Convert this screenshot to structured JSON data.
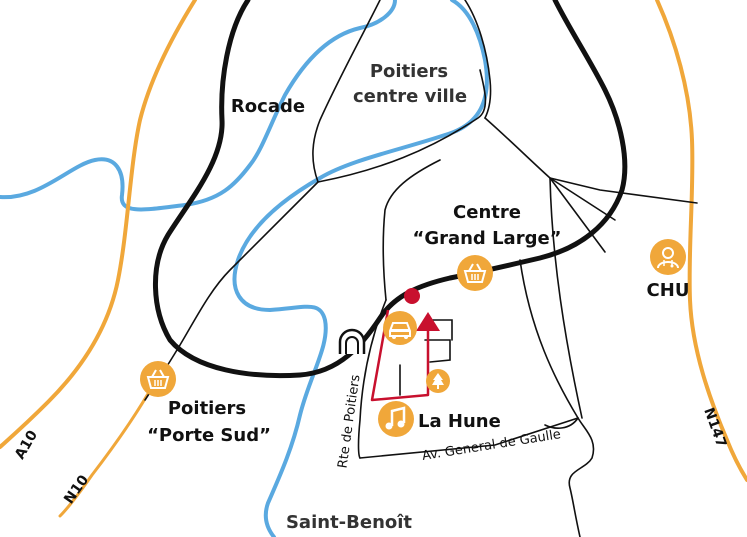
{
  "labels": {
    "centre_ville_1": "Poitiers",
    "centre_ville_2": "centre ville",
    "rocade": "Rocade",
    "grand_large_1": "Centre",
    "grand_large_2": "“Grand Large”",
    "chu": "CHU",
    "porte_sud_1": "Poitiers",
    "porte_sud_2": "“Porte Sud”",
    "la_hune": "La Hune",
    "saint_benoit": "Saint-Benoît",
    "a10": "A10",
    "n10": "N10",
    "n147": "N147",
    "rte_de_poitiers": "Rte de Poitiers",
    "av_general": "Av. General de Gaulle"
  },
  "icons": {
    "shopping": "shopping-basket-icon",
    "hospital": "doctor-icon",
    "music": "music-note-icon",
    "parking": "car-icon",
    "park": "tree-icon",
    "tunnel": "tunnel-icon",
    "location": "location-dot-icon"
  },
  "colors": {
    "river": "#5aa9e0",
    "motorway": "#f0a73a",
    "rocade": "#111111",
    "route": "#c8102e",
    "icon_bg": "#f0a73a"
  }
}
